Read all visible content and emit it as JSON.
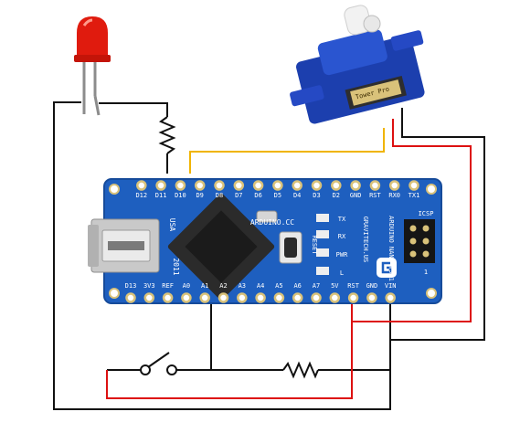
{
  "colors": {
    "wire_black": "#111111",
    "wire_red": "#dd1111",
    "wire_yellow": "#f0b400",
    "board_blue": "#1e5fbf",
    "led_red": "#e01b0e",
    "servo_blue": "#1c3fae",
    "pad_gold": "#d9c27a"
  },
  "board": {
    "top_pins": [
      "TX1",
      "RX0",
      "RST",
      "GND",
      "D2",
      "D3",
      "D4",
      "D5",
      "D6",
      "D7",
      "D8",
      "D9",
      "D10",
      "D11",
      "D12"
    ],
    "bottom_pins": [
      "D13",
      "3V3",
      "REF",
      "A0",
      "A1",
      "A2",
      "A3",
      "A4",
      "A5",
      "A6",
      "A7",
      "5V",
      "RST",
      "GND",
      "VIN"
    ],
    "brand": "ARDUINO.CC",
    "model": "ARDUINO NANO V3.1",
    "made_in": "GRAVITECH.US",
    "country": "USA",
    "year": "2011",
    "reset_label": "RESET",
    "icsp_label": "ICSP",
    "led_labels": [
      "TX",
      "RX",
      "PWR",
      "L"
    ],
    "icsp_pin1": "1"
  },
  "servo": {
    "sticker_text": "Tower Pro"
  }
}
